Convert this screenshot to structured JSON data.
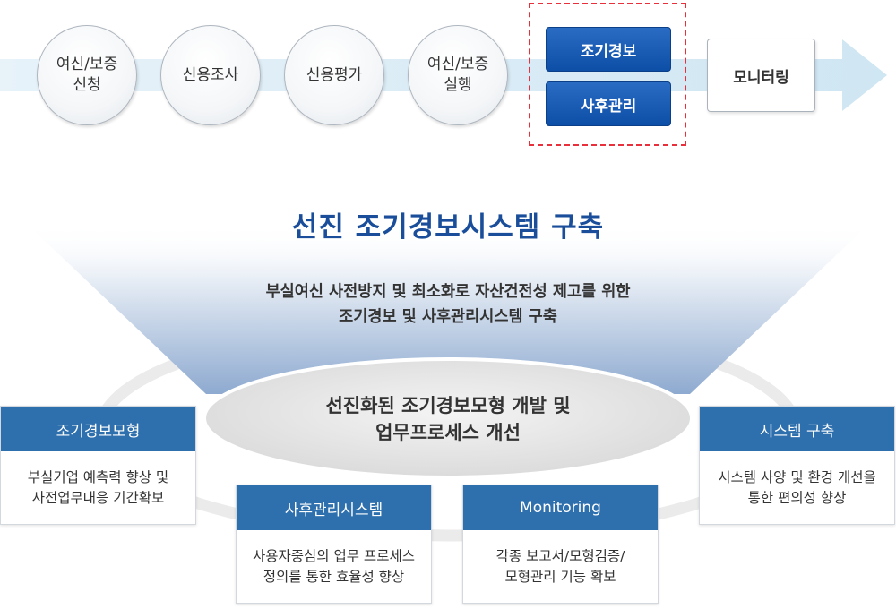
{
  "flow": {
    "steps": [
      {
        "label": "여신/보증\n신청"
      },
      {
        "label": "신용조사"
      },
      {
        "label": "신용평가"
      },
      {
        "label": "여신/보증\n실행"
      }
    ],
    "highlighted": [
      {
        "label": "조기경보"
      },
      {
        "label": "사후관리"
      }
    ],
    "final": {
      "label": "모니터링"
    }
  },
  "main": {
    "title": "선진 조기경보시스템 구축",
    "subtitle_lines": [
      "부실여신 사전방지 및 최소화로 자산건전성 제고를 위한",
      "조기경보 및 사후관리시스템 구축"
    ],
    "center_lines": [
      "선진화된 조기경보모형 개발 및",
      "업무프로세스 개선"
    ]
  },
  "cards": {
    "left": {
      "title": "조기경보모형",
      "lines": [
        "부실기업 예측력 향상 및",
        "사전업무대응 기간확보"
      ]
    },
    "mid_left": {
      "title": "사후관리시스템",
      "lines": [
        "사용자중심의 업무 프로세스",
        "정의를 통한 효율성 향상"
      ]
    },
    "mid_right": {
      "title": "Monitoring",
      "lines": [
        "각종 보고서/모형검증/",
        "모형관리 기능 확보"
      ]
    },
    "right": {
      "title": "시스템 구축",
      "lines": [
        "시스템 사양 및 환경 개선을",
        "통한 편의성 향상"
      ]
    }
  },
  "colors": {
    "arrow": "#d6eaf5",
    "highlight_box": "#0d4ea6",
    "dashed_border": "#e8303c",
    "card_header": "#2e6fae",
    "title": "#1a4e9a"
  }
}
